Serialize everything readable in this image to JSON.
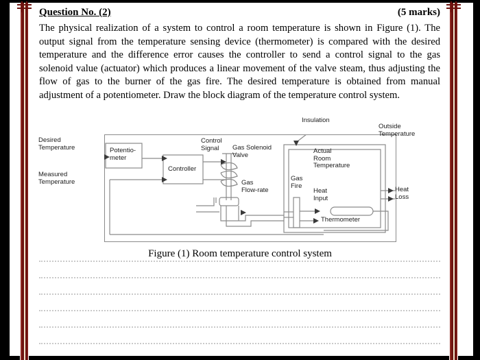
{
  "question": {
    "number_label": "Question No. (2)",
    "marks_label": "(5 marks)",
    "body": "The physical realization of a system to control a room temperature is shown in Figure (1). The output signal from the temperature sensing device (thermometer) is compared with the desired temperature and the difference error causes the controller to send a control signal to the gas solenoid value (actuator) which produces a linear movement of the valve steam, thus adjusting the flow of gas to the burner of the gas fire. The desired temperature is obtained from manual adjustment of a potentiometer. Draw the block diagram of the temperature control system."
  },
  "figure": {
    "caption": "Figure (1) Room temperature control system",
    "labels": {
      "desired_temperature": "Desired\nTemperature",
      "measured_temperature": "Measured\nTemperature",
      "potentiometer": "Potentio-\nmeter",
      "controller": "Controller",
      "control_signal": "Control\nSignal",
      "gas_solenoid_valve": "Gas Solenoid\nValve",
      "gas_flow_rate": "Gas\nFlow-rate",
      "gas_fire": "Gas\nFire",
      "insulation": "Insulation",
      "outside_temperature": "Outside\nTemperature",
      "actual_room_temperature": "Actual\nRoom\nTemperature",
      "heat_input": "Heat\nInput",
      "heat_loss": "Heat\nLoss",
      "thermometer": "Thermometer"
    }
  },
  "answer_lines": {
    "count": 6
  },
  "colors": {
    "page_background": "#ffffff",
    "outer_edge": "#000000",
    "border_maroon": "#6d130f",
    "border_cream": "#efe6cd",
    "diagram_stroke": "#8a8a8a",
    "text": "#000000",
    "rule_line": "#c9c9c9"
  }
}
